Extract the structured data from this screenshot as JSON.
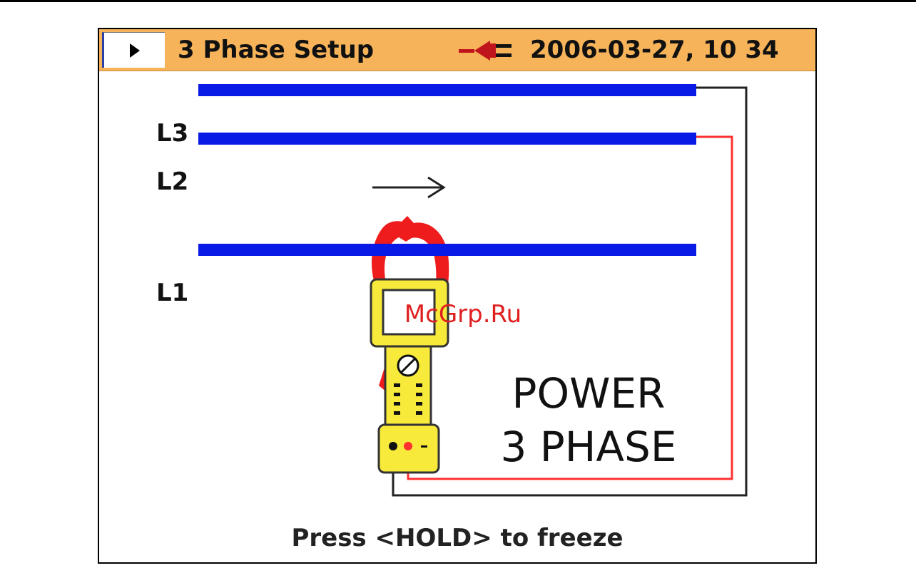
{
  "header": {
    "title": "3 Phase Setup",
    "datetime": "2006-03-27, 10 34",
    "menu_icon": "play-triangle-icon",
    "power_icon": "plug-icon"
  },
  "diagram": {
    "phases": [
      "L3",
      "L2",
      "L1"
    ],
    "mode_line1": "POWER",
    "mode_line2": "3 PHASE",
    "colors": {
      "conductor": "#0a1ae6",
      "clamp_jaw": "#ee1c1c",
      "meter_body": "#f7ea3a",
      "lead_red": "#ff3030",
      "lead_black": "#222222"
    }
  },
  "watermark": "McGrp.Ru",
  "footer": {
    "hint": "Press <HOLD> to freeze"
  }
}
